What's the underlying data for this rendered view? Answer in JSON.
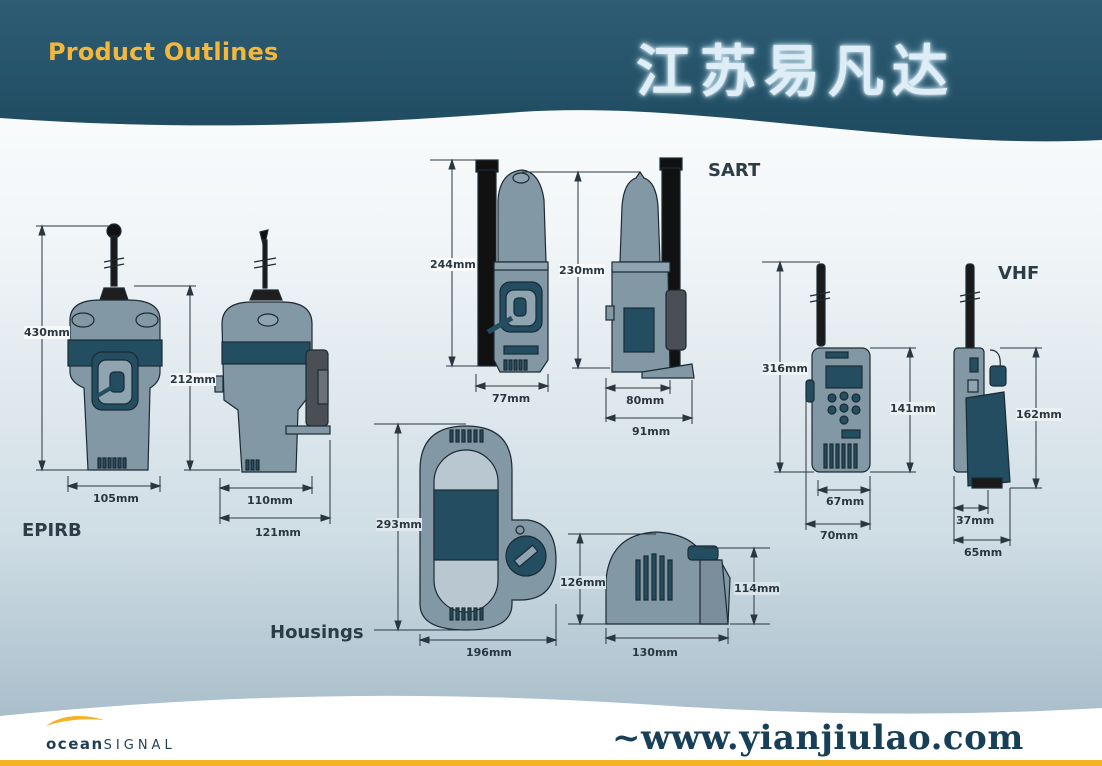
{
  "header": {
    "title": "Product Outlines",
    "logo_text": "江苏易凡达"
  },
  "sections": {
    "epirb": "EPIRB",
    "sart": "SART",
    "vhf": "VHF",
    "housings": "Housings"
  },
  "dimensions": {
    "epirb_height": "430mm",
    "epirb_side_height": "212mm",
    "epirb_width": "105mm",
    "epirb_side_width": "110mm",
    "epirb_bracket_width": "121mm",
    "sart_height": "244mm",
    "sart_side_height": "230mm",
    "sart_width": "77mm",
    "sart_side_width": "80mm",
    "sart_bracket_width": "91mm",
    "vhf_height": "316mm",
    "vhf_body_height": "141mm",
    "vhf_side_height": "162mm",
    "vhf_width": "67mm",
    "vhf_outer_width": "70mm",
    "vhf_depth": "37mm",
    "vhf_outer_depth": "65mm",
    "housing_height": "293mm",
    "housing_width": "196mm",
    "housing2_height": "126mm",
    "housing2_inner_height": "114mm",
    "housing2_width": "130mm"
  },
  "footer": {
    "brand_bold": "ocean",
    "brand_light": "SIGNAL",
    "watermark": "~www.yianjiulao.com"
  },
  "colors": {
    "header_teal": "#2a5870",
    "device_fill": "#8298a5",
    "device_dark": "#234d61",
    "accent_yellow": "#f4b323"
  }
}
